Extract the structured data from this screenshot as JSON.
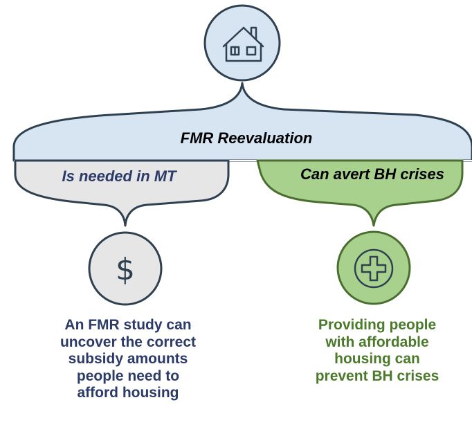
{
  "diagram": {
    "top_icon": "house-icon",
    "main_label": "FMR Reevaluation",
    "left": {
      "label": "Is needed in MT",
      "icon": "dollar-icon",
      "icon_glyph": "$",
      "caption_lines": [
        "An FMR study can",
        "uncover the correct",
        "subsidy amounts",
        "people need to",
        "afford housing"
      ]
    },
    "right": {
      "label": "Can avert BH crises",
      "icon": "medical-cross-icon",
      "caption_lines": [
        "Providing people",
        "with affordable",
        "housing can",
        "prevent BH crises"
      ]
    }
  },
  "colors": {
    "outline": "#2f4050",
    "main_fill": "#d7e4f2",
    "left_fill": "#e6e6e6",
    "right_fill": "#a9d18e",
    "right_outline": "#4a6e2f",
    "left_text": "#2b3a67",
    "right_text": "#4a7a2a"
  }
}
